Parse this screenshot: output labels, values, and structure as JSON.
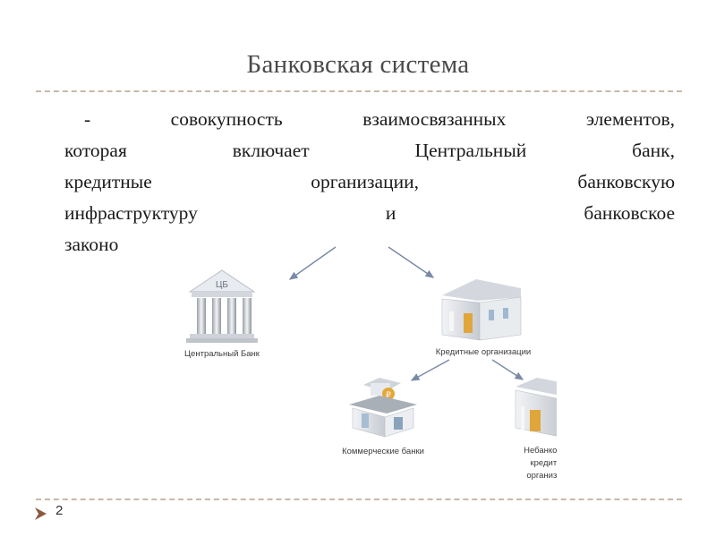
{
  "slide": {
    "title": "Банковская система",
    "body_lines": [
      "- совокупность взаимосвязанных элементов,",
      "которая включает Центральный банк,",
      "кредитные организации, банковскую",
      "инфраструктуру и банковское",
      "законо"
    ],
    "page_number": "2"
  },
  "diagram": {
    "nodes": {
      "central_bank": {
        "label": "Центральный Банк",
        "emblem": "ЦБ"
      },
      "credit_orgs": {
        "label": "Кредитные организации"
      },
      "commercial_banks": {
        "label": "Коммерческие банки",
        "emblem": "₽"
      },
      "nonbank": {
        "label_lines": [
          "Небанковские",
          "кредитные",
          "организации"
        ]
      }
    },
    "icons": [
      "bank-building-icon",
      "bank-building-icon",
      "bank-building-icon",
      "bank-building-icon"
    ],
    "colors": {
      "arrow": "#7a8aa6",
      "building": "#d9dde3",
      "door": "#e0a63a"
    }
  }
}
